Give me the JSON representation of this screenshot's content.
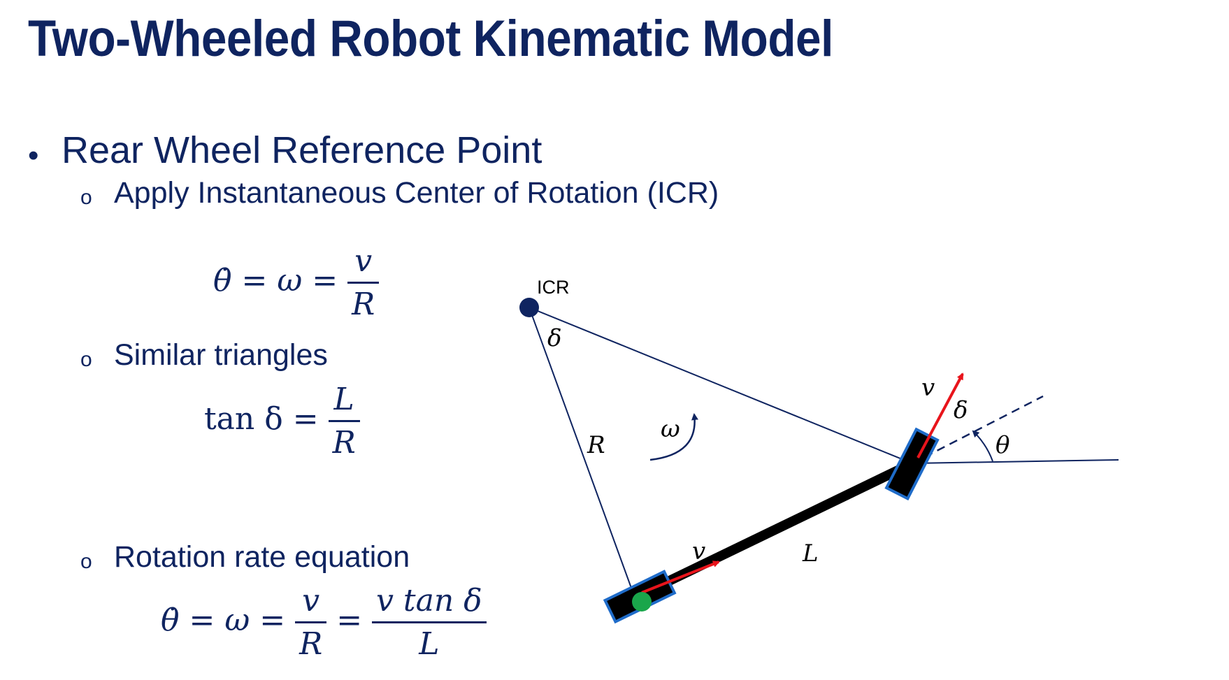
{
  "title": "Two-Wheeled Robot Kinematic Model",
  "bullet": "Rear Wheel Reference Point",
  "subs": {
    "icr": "Apply Instantaneous Center of Rotation (ICR)",
    "similar": "Similar triangles",
    "rotation": "Rotation rate equation"
  },
  "equations": {
    "eq1": {
      "lhs": "θ̇ = ω =",
      "num": "v",
      "den": "R"
    },
    "eq2": {
      "lhs": "tan δ =",
      "num": "L",
      "den": "R"
    },
    "eq3": {
      "lhs": "θ̇ = ω =",
      "num1": "v",
      "den1": "R",
      "mid": "=",
      "num2": "v tan δ",
      "den2": "L"
    }
  },
  "diagram": {
    "icr_label": "ICR",
    "delta_top": "δ",
    "r_label": "R",
    "omega_label": "ω",
    "l_label": "L",
    "v_rear": "v",
    "v_front": "v",
    "delta_front": "δ",
    "theta": "θ",
    "colors": {
      "navy": "#0f2460",
      "red": "#e8141b",
      "green": "#1aa64b",
      "wheel_blue": "#1f6cc9",
      "body": "#000000"
    }
  }
}
